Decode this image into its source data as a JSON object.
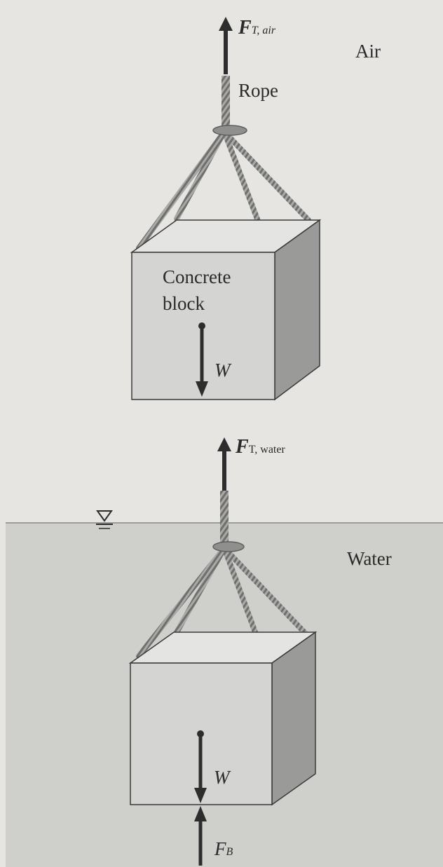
{
  "labels": {
    "f_t_air_main": "F",
    "f_t_air_sub": "T, air",
    "air": "Air",
    "rope": "Rope",
    "concrete_line1": "Concrete",
    "concrete_line2": "block",
    "w_air": "W",
    "f_t_water_main": "F",
    "f_t_water_sub": "T, water",
    "water": "Water",
    "w_water": "W",
    "f_b_main": "F",
    "f_b_sub": "B"
  },
  "colors": {
    "background": "#e6e5e1",
    "water": "#cfcfcc",
    "block_front": "#d4d4d2",
    "block_top": "#e4e4e2",
    "block_side": "#9a9a98",
    "rope": "#8d8d8b",
    "arrow": "#2d2d2d"
  },
  "icons": {
    "free_surface": "water-surface-triangle-icon"
  }
}
